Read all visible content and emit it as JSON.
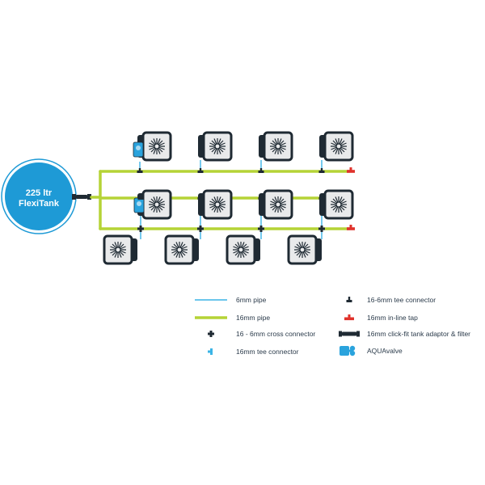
{
  "tank": {
    "line1": "225 ltr",
    "line2": "FlexiTank"
  },
  "colors": {
    "tank": "#1e9ad6",
    "pipe_6mm": "#3ab4e6",
    "pipe_16mm": "#b5d336",
    "pot_outline": "#1f2a33",
    "pot_fill": "#e9eaeb",
    "valve": "#2aa3dd",
    "inline_tap": "#e0322b",
    "connector": "#1f2a33"
  },
  "layout_counts": {
    "row1_pots": 4,
    "row2_upper_pots": 4,
    "row2_lower_pots": 4
  },
  "legend": {
    "left": [
      {
        "icon": "pipe-6mm",
        "label": "6mm pipe"
      },
      {
        "icon": "pipe-16mm",
        "label": "16mm pipe"
      },
      {
        "icon": "cross-connector",
        "label": "16 - 6mm cross connector"
      },
      {
        "icon": "tee-connector-16mm",
        "label": "16mm tee connector"
      }
    ],
    "right": [
      {
        "icon": "tee-connector-16-6mm",
        "label": "16-6mm tee connector"
      },
      {
        "icon": "inline-tap",
        "label": "16mm in-line tap"
      },
      {
        "icon": "tank-adaptor-filter",
        "label": "16mm click-fit tank adaptor & filter"
      },
      {
        "icon": "aquavalve",
        "label": "AQUAvalve"
      }
    ]
  }
}
